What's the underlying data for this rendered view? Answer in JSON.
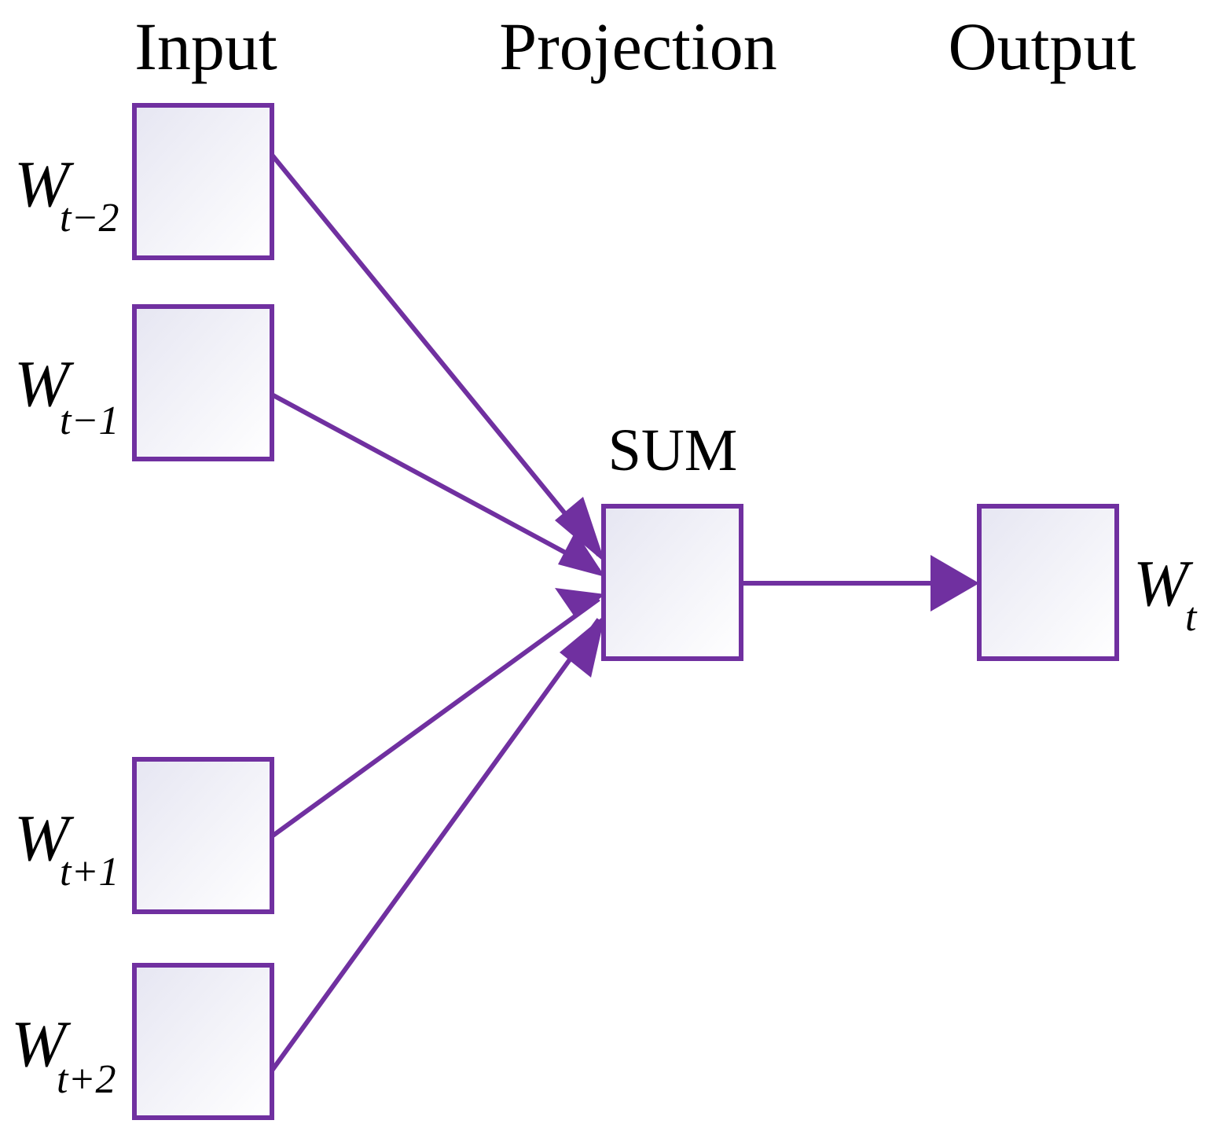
{
  "colors": {
    "stroke": "#7030a0",
    "box_fill_light": "#ffffff",
    "box_fill_tint": "#e8e8f4",
    "text": "#000000"
  },
  "headers": {
    "input": "Input",
    "projection": "Projection",
    "output": "Output"
  },
  "sum_label": "SUM",
  "inputs": [
    {
      "word": "W",
      "subscript": "t−2"
    },
    {
      "word": "W",
      "subscript": "t−1"
    },
    {
      "word": "W",
      "subscript": "t+1"
    },
    {
      "word": "W",
      "subscript": "t+2"
    }
  ],
  "output": {
    "word": "W",
    "subscript": "t"
  }
}
